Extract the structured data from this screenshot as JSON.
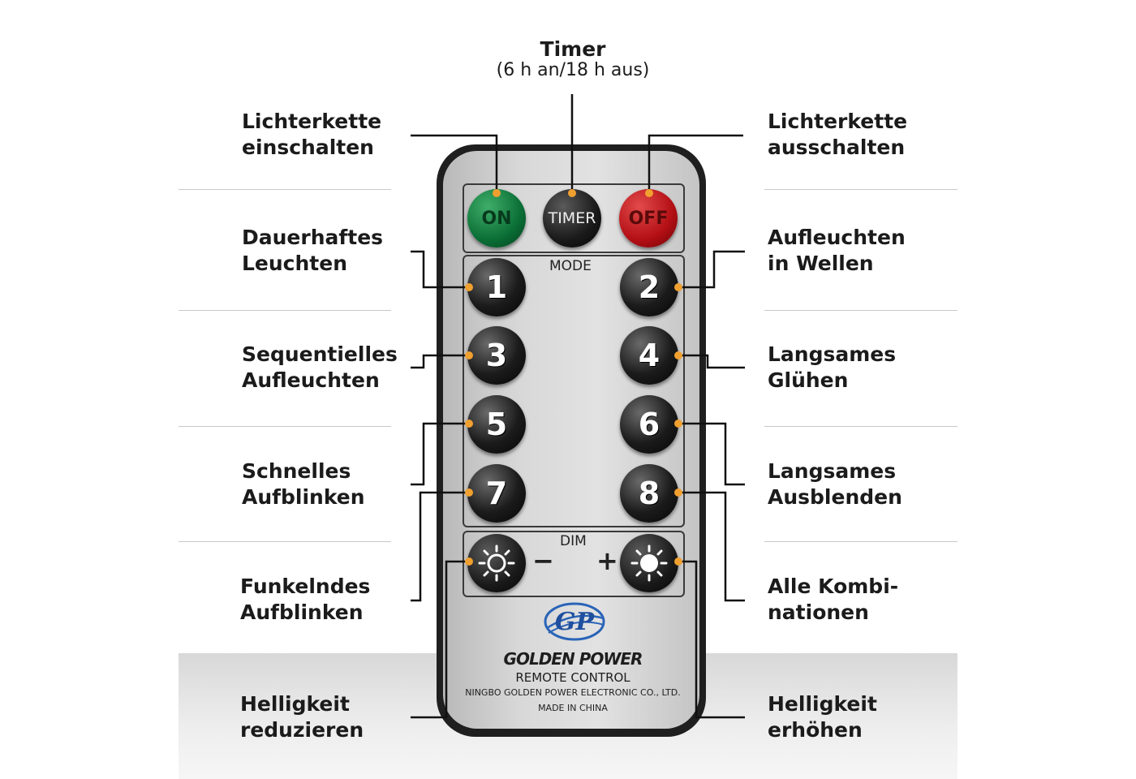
{
  "timer": {
    "title": "Timer",
    "subtitle": "(6 h an/18 h aus)"
  },
  "labels": {
    "on": "Lichterkette\neinschalten",
    "off": "Lichterkette\nausschalten",
    "m1": "Dauerhaftes\nLeuchten",
    "m2": "Aufleuchten\nin Wellen",
    "m3": "Sequentielles\nAufleuchten",
    "m4": "Langsames\nGlühen",
    "m5": "Schnelles\nAufblinken",
    "m6": "Langsames\nAusblenden",
    "m7": "Funkelndes\nAufblinken",
    "m8": "Alle Kombi-\nnationen",
    "dim_minus": "Helligkeit\nreduzieren",
    "dim_plus": "Helligkeit\nerhöhen"
  },
  "remote": {
    "btn_on": "ON",
    "btn_timer": "TIMER",
    "btn_off": "OFF",
    "mode_label": "MODE",
    "dim_label": "DIM",
    "minus": "−",
    "plus": "+",
    "digits": [
      "1",
      "2",
      "3",
      "4",
      "5",
      "6",
      "7",
      "8"
    ],
    "logo": "GP",
    "brand": "GOLDEN POWER",
    "line1": "REMOTE CONTROL",
    "line2": "NINGBO GOLDEN POWER ELECTRONIC CO., LTD.",
    "line3": "MADE IN CHINA"
  },
  "colors": {
    "accent_dot": "#f0a030",
    "on": "#0a6e35",
    "off": "#b30f14"
  },
  "icons": {
    "dim_minus": "sun-outline-icon",
    "dim_plus": "sun-filled-icon"
  }
}
